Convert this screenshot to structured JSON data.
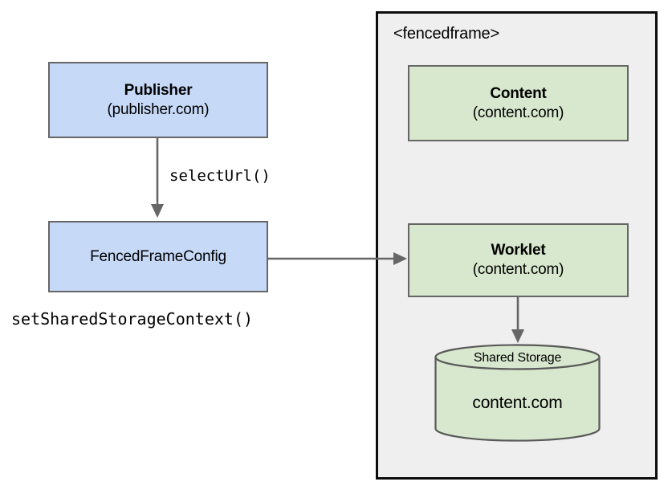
{
  "diagram": {
    "title": "Fenced Frame / Shared Storage flow",
    "colors": {
      "blue_fill": "#c6d9f7",
      "green_fill": "#d7e8ce",
      "node_border": "#666666",
      "container_border": "#0d0d0d",
      "container_fill": "#efefef",
      "arrow": "#666666",
      "text": "#000000"
    },
    "container": {
      "label": "<fencedframe>"
    },
    "nodes": {
      "publisher": {
        "title": "Publisher",
        "sub": "(publisher.com)"
      },
      "fenced_frame_config": {
        "label": "FencedFrameConfig"
      },
      "content": {
        "title": "Content",
        "sub": "(content.com)"
      },
      "worklet": {
        "title": "Worklet",
        "sub": "(content.com)"
      },
      "shared_storage": {
        "title": "Shared Storage",
        "body": "content.com"
      }
    },
    "edges": {
      "publisher_to_config": "selectUrl()",
      "config_to_worklet": "",
      "worklet_to_storage": ""
    },
    "annotations": {
      "set_shared_storage_context": "setSharedStorageContext()"
    }
  }
}
